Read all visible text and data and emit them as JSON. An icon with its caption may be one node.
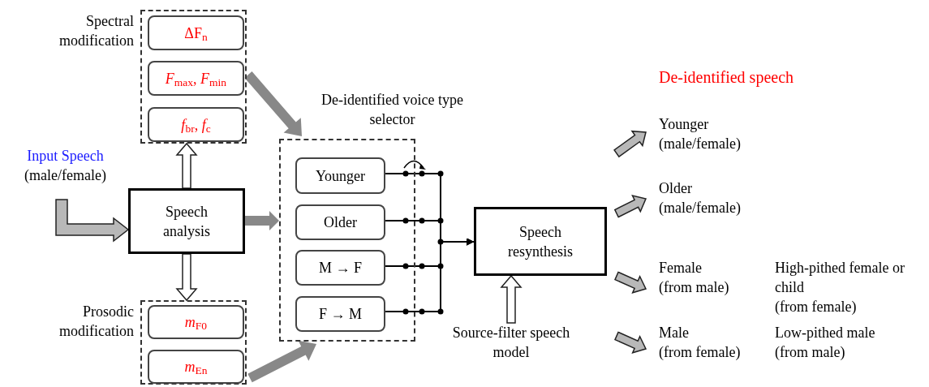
{
  "diagram": {
    "nodes": [
      {
        "text": [
          "Spectral modification"
        ]
      },
      {
        "text": [
          "ΔF$_{n}$"
        ],
        "in": 0
      },
      {
        "text": [
          "*F*$_{max}$, *F*$_{min}$"
        ],
        "in": 0
      },
      {
        "text": [
          "*f*$_{br}$, *f*$_{c}$"
        ],
        "in": 0
      },
      {
        "text": [
          "Input Speech",
          "(male/female)"
        ]
      },
      {
        "text": [
          "Speech analysis"
        ]
      },
      {
        "text": [
          "Prosodic modification"
        ]
      },
      {
        "text": [
          "*m*$_{F0}$"
        ],
        "in": 6
      },
      {
        "text": [
          "*m*$_{En}$"
        ],
        "in": 6
      },
      {
        "text": [
          "De-identified voice type selector"
        ]
      },
      {
        "text": [
          "Younger"
        ],
        "in": 9
      },
      {
        "text": [
          "Older"
        ],
        "in": 9
      },
      {
        "text": [
          "M → F"
        ],
        "in": 9
      },
      {
        "text": [
          "F → M"
        ],
        "in": 9
      },
      {
        "text": [
          "Speech resynthesis"
        ]
      },
      {
        "text": [
          "Source-filter speech model"
        ]
      },
      {
        "text": [
          "Younger",
          "(male/female)"
        ]
      },
      {
        "text": [
          "Older",
          "(male/female)"
        ]
      },
      {
        "text": [
          "Female",
          "(from male)"
        ],
        "beside": [
          "High-pithed female or child",
          "(from female)"
        ]
      },
      {
        "text": [
          "Male",
          "(from female)"
        ],
        "beside": [
          "Low-pithed male",
          "(from male)"
        ]
      }
    ],
    "edges": [
      {
        "from": 4,
        "to": 5,
        "arrow": "to",
        "style": "thick",
        "color": "#b8b8b8"
      },
      {
        "from": 5,
        "to": 0,
        "arrow": "to",
        "style": "thick"
      },
      {
        "from": 5,
        "to": 6,
        "arrow": "to",
        "style": "thick"
      },
      {
        "from": 5,
        "to": 9,
        "arrow": "to",
        "style": "thick",
        "color": "#888888"
      },
      {
        "from": 0,
        "to": 9,
        "arrow": "to",
        "style": "thick",
        "color": "#888888"
      },
      {
        "from": 6,
        "to": 9,
        "arrow": "to",
        "style": "thick",
        "color": "#888888"
      },
      {
        "from": 10,
        "to": 14,
        "arrow": "to"
      },
      {
        "from": 11,
        "to": 14,
        "arrow": "to"
      },
      {
        "from": 12,
        "to": 14,
        "arrow": "to"
      },
      {
        "from": 13,
        "to": 14,
        "arrow": "to"
      },
      {
        "from": 15,
        "to": 14,
        "arrow": "to",
        "style": "thick"
      },
      {
        "from": null,
        "to": 16,
        "arrow": "to",
        "style": "thick",
        "color": "#b8b8b8"
      },
      {
        "from": null,
        "to": 17,
        "arrow": "to",
        "style": "thick",
        "color": "#b8b8b8"
      },
      {
        "from": null,
        "to": 18,
        "arrow": "to",
        "style": "thick",
        "color": "#b8b8b8"
      },
      {
        "from": null,
        "to": 19,
        "arrow": "to",
        "style": "thick",
        "color": "#b8b8b8"
      }
    ],
    "labels": [
      "De-identified speech"
    ]
  }
}
